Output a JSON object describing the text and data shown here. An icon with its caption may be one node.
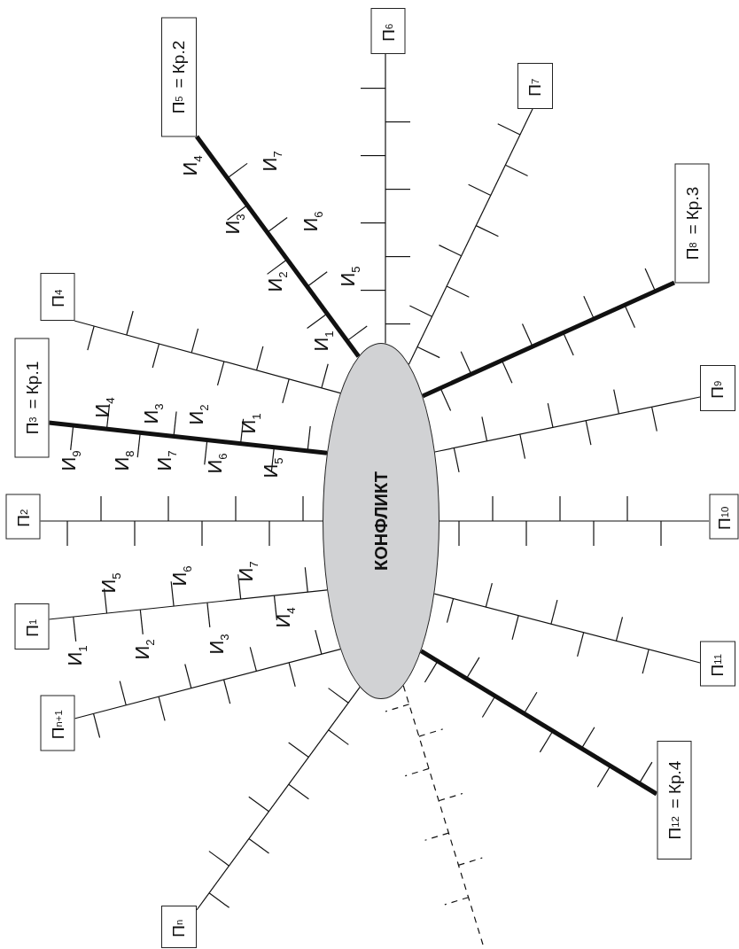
{
  "diagram": {
    "nodes": [
      {
        "text": [
          "КОНФЛИКТ"
        ]
      },
      {
        "text": [
          "П$_{1}$"
        ]
      },
      {
        "text": [
          "П$_{2}$"
        ]
      },
      {
        "text": [
          "П$_{3}$ = Кр.1"
        ]
      },
      {
        "text": [
          "П$_{4}$"
        ]
      },
      {
        "text": [
          "П$_{5}$ = Кр.2"
        ]
      },
      {
        "text": [
          "П$_{6}$"
        ]
      },
      {
        "text": [
          "П$_{7}$"
        ]
      },
      {
        "text": [
          "П$_{8}$ = Кр.3"
        ]
      },
      {
        "text": [
          "П$_{9}$"
        ]
      },
      {
        "text": [
          "П$_{10}$"
        ]
      },
      {
        "text": [
          "П$_{11}$"
        ]
      },
      {
        "text": [
          "П$_{12}$ = Кр.4"
        ]
      },
      {
        "text": [
          "П$_{n}$"
        ]
      },
      {
        "text": [
          "П$_{n+1}$"
        ]
      }
    ],
    "edges": [
      {
        "from": 0,
        "to": 1,
        "arrow": "none"
      },
      {
        "from": 0,
        "to": 2,
        "arrow": "none"
      },
      {
        "from": 0,
        "to": 3,
        "arrow": "none",
        "style": "thick"
      },
      {
        "from": 0,
        "to": 4,
        "arrow": "none"
      },
      {
        "from": 0,
        "to": 5,
        "arrow": "none",
        "style": "thick"
      },
      {
        "from": 0,
        "to": 6,
        "arrow": "none"
      },
      {
        "from": 0,
        "to": 7,
        "arrow": "none"
      },
      {
        "from": 0,
        "to": 8,
        "arrow": "none",
        "style": "thick"
      },
      {
        "from": 0,
        "to": 9,
        "arrow": "none"
      },
      {
        "from": 0,
        "to": 10,
        "arrow": "none"
      },
      {
        "from": 0,
        "to": 11,
        "arrow": "none"
      },
      {
        "from": 0,
        "to": 12,
        "arrow": "none",
        "style": "thick"
      },
      {
        "from": 0,
        "to": 13,
        "arrow": "none"
      },
      {
        "from": 0,
        "to": 14,
        "arrow": "none"
      },
      {
        "from": 0,
        "to": null,
        "arrow": "none",
        "style": "dashed"
      }
    ],
    "labels": [
      "И$_{4}$",
      "И$_{7}$",
      "И$_{3}$",
      "И$_{6}$",
      "И$_{2}$",
      "И$_{5}$",
      "И$_{1}$",
      "И$_{4}$",
      "И$_{3}$",
      "И$_{2}$",
      "И$_{1}$",
      "И$_{9}$",
      "И$_{8}$",
      "И$_{7}$",
      "И$_{6}$",
      "И$_{5}$",
      "И$_{5}$",
      "И$_{6}$",
      "И$_{7}$",
      "И$_{1}$",
      "И$_{2}$",
      "И$_{3}$",
      "И$_{4}$"
    ]
  }
}
